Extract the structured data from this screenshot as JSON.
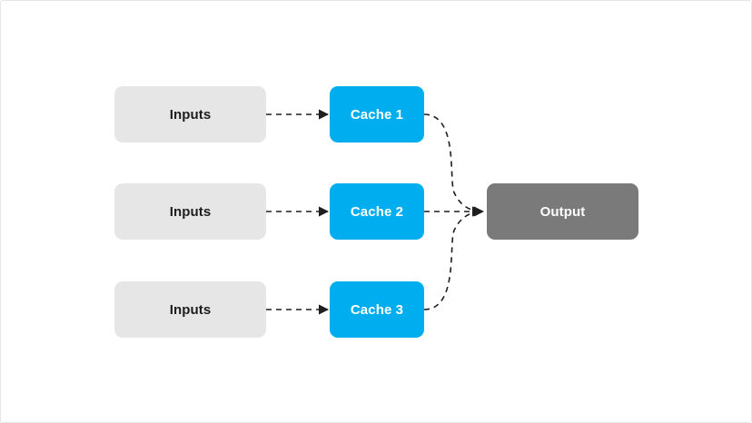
{
  "diagram": {
    "inputs": [
      {
        "label": "Inputs"
      },
      {
        "label": "Inputs"
      },
      {
        "label": "Inputs"
      }
    ],
    "caches": [
      {
        "label": "Cache 1"
      },
      {
        "label": "Cache 2"
      },
      {
        "label": "Cache 3"
      }
    ],
    "output": {
      "label": "Output"
    },
    "edges": [
      {
        "from": "Inputs",
        "to": "Cache 1",
        "style": "dashed"
      },
      {
        "from": "Inputs",
        "to": "Cache 2",
        "style": "dashed"
      },
      {
        "from": "Inputs",
        "to": "Cache 3",
        "style": "dashed"
      },
      {
        "from": "Cache 1",
        "to": "Output",
        "style": "dashed"
      },
      {
        "from": "Cache 2",
        "to": "Output",
        "style": "dashed"
      },
      {
        "from": "Cache 3",
        "to": "Output",
        "style": "dashed"
      }
    ],
    "colors": {
      "input_fill": "#e6e6e6",
      "cache_fill": "#00aeef",
      "output_fill": "#7a7a7a",
      "edge": "#1e1e1e"
    }
  }
}
